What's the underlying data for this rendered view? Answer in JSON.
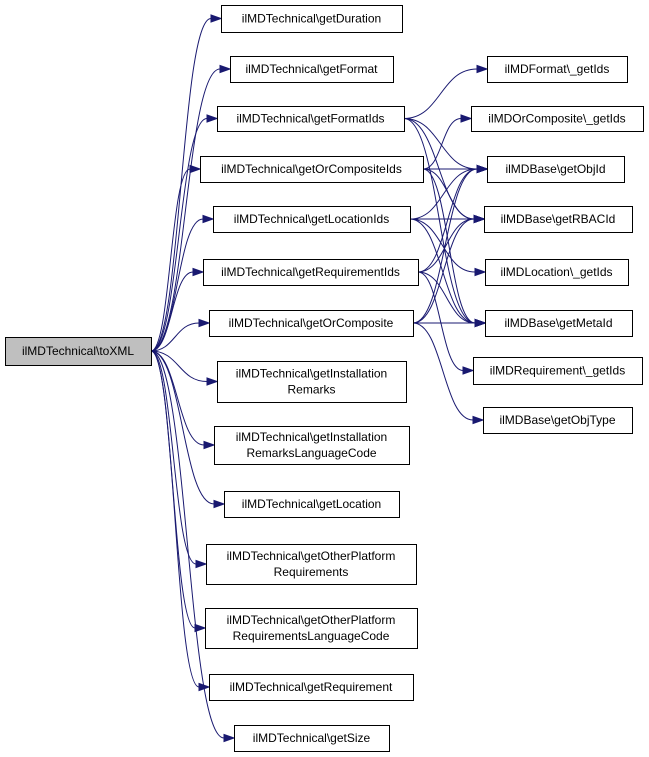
{
  "nodes": {
    "root": [
      "ilMDTechnical\\toXML"
    ],
    "getDuration": [
      "ilMDTechnical\\getDuration"
    ],
    "getFormat": [
      "ilMDTechnical\\getFormat"
    ],
    "getFormatIds": [
      "ilMDTechnical\\getFormatIds"
    ],
    "getOrCompositeIds": [
      "ilMDTechnical\\getOrCompositeIds"
    ],
    "getLocationIds": [
      "ilMDTechnical\\getLocationIds"
    ],
    "getRequirementIds": [
      "ilMDTechnical\\getRequirementIds"
    ],
    "getOrComposite": [
      "ilMDTechnical\\getOrComposite"
    ],
    "getInstallationRemarks": [
      "ilMDTechnical\\getInstallation",
      "Remarks"
    ],
    "getInstallationRemarksLanguageCode": [
      "ilMDTechnical\\getInstallation",
      "RemarksLanguageCode"
    ],
    "getLocation": [
      "ilMDTechnical\\getLocation"
    ],
    "getOtherPlatformRequirements": [
      "ilMDTechnical\\getOtherPlatform",
      "Requirements"
    ],
    "getOtherPlatformRequirementsLanguageCode": [
      "ilMDTechnical\\getOtherPlatform",
      "RequirementsLanguageCode"
    ],
    "getRequirement": [
      "ilMDTechnical\\getRequirement"
    ],
    "getSize": [
      "ilMDTechnical\\getSize"
    ],
    "formatGetIds": [
      "ilMDFormat\\_getIds"
    ],
    "orCompositeGetIds": [
      "ilMDOrComposite\\_getIds"
    ],
    "getObjId": [
      "ilMDBase\\getObjId"
    ],
    "getRBACId": [
      "ilMDBase\\getRBACId"
    ],
    "locationGetIds": [
      "ilMDLocation\\_getIds"
    ],
    "getMetaId": [
      "ilMDBase\\getMetaId"
    ],
    "requirementGetIds": [
      "ilMDRequirement\\_getIds"
    ],
    "getObjType": [
      "ilMDBase\\getObjType"
    ]
  },
  "edges": [
    [
      "root",
      "getDuration"
    ],
    [
      "root",
      "getFormat"
    ],
    [
      "root",
      "getFormatIds"
    ],
    [
      "root",
      "getOrCompositeIds"
    ],
    [
      "root",
      "getLocationIds"
    ],
    [
      "root",
      "getRequirementIds"
    ],
    [
      "root",
      "getOrComposite"
    ],
    [
      "root",
      "getInstallationRemarks"
    ],
    [
      "root",
      "getInstallationRemarksLanguageCode"
    ],
    [
      "root",
      "getLocation"
    ],
    [
      "root",
      "getOtherPlatformRequirements"
    ],
    [
      "root",
      "getOtherPlatformRequirementsLanguageCode"
    ],
    [
      "root",
      "getRequirement"
    ],
    [
      "root",
      "getSize"
    ],
    [
      "getFormatIds",
      "formatGetIds"
    ],
    [
      "getFormatIds",
      "getObjId"
    ],
    [
      "getFormatIds",
      "getRBACId"
    ],
    [
      "getFormatIds",
      "getMetaId"
    ],
    [
      "getOrCompositeIds",
      "orCompositeGetIds"
    ],
    [
      "getOrCompositeIds",
      "getObjId"
    ],
    [
      "getOrCompositeIds",
      "getRBACId"
    ],
    [
      "getOrCompositeIds",
      "getMetaId"
    ],
    [
      "getLocationIds",
      "getObjId"
    ],
    [
      "getLocationIds",
      "getRBACId"
    ],
    [
      "getLocationIds",
      "locationGetIds"
    ],
    [
      "getLocationIds",
      "getMetaId"
    ],
    [
      "getRequirementIds",
      "getObjId"
    ],
    [
      "getRequirementIds",
      "getRBACId"
    ],
    [
      "getRequirementIds",
      "getMetaId"
    ],
    [
      "getRequirementIds",
      "requirementGetIds"
    ],
    [
      "getOrComposite",
      "getObjId"
    ],
    [
      "getOrComposite",
      "getRBACId"
    ],
    [
      "getOrComposite",
      "getMetaId"
    ],
    [
      "getOrComposite",
      "getObjType"
    ]
  ],
  "colors": {
    "edge": "#191970",
    "root_fill": "#bfbfbf",
    "node_fill": "#ffffff",
    "border": "#000000"
  }
}
